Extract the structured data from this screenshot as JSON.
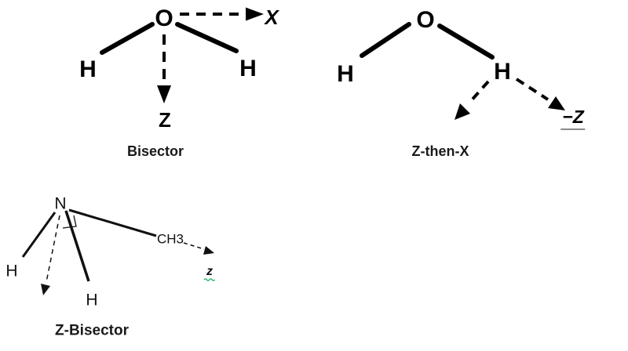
{
  "colors": {
    "ink": "#000000",
    "light_ink": "#111111",
    "underline_gray": "#8a8a8a",
    "squiggle_green": "#00a650",
    "background": "#ffffff"
  },
  "diagrams": {
    "bisector": {
      "caption": "Bisector",
      "oxygen": "O",
      "hydrogen_left": "H",
      "hydrogen_right": "H",
      "x_axis_label": "X",
      "z_axis_label": "Z"
    },
    "z_then_x": {
      "caption": "Z-then-X",
      "oxygen": "O",
      "hydrogen_left": "H",
      "hydrogen_right": "H",
      "neg_z_axis_label": "−Z"
    },
    "z_bisector": {
      "caption": "Z-Bisector",
      "nitrogen": "N",
      "hydrogen_left": "H",
      "hydrogen_right": "H",
      "methyl": "CH3",
      "z_axis_label": "z"
    }
  }
}
